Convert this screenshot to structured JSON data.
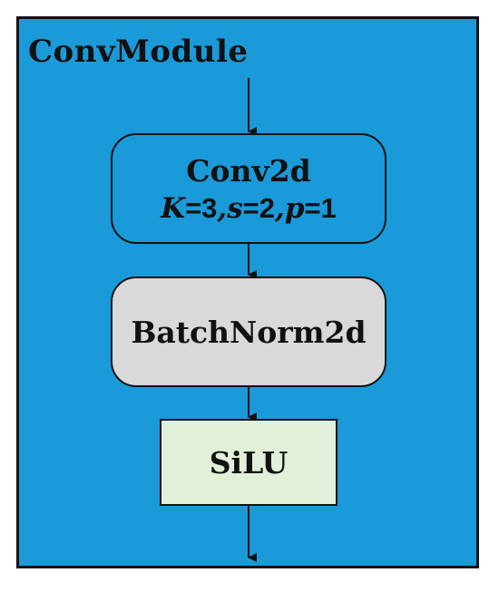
{
  "module": {
    "title": "ConvModule",
    "background_color": "#1a9ad9",
    "border_color": "#111111"
  },
  "nodes": {
    "conv": {
      "name": "Conv2d",
      "params": [
        {
          "var": "K",
          "op": "=",
          "val": "3",
          "sep": ","
        },
        {
          "var": "s",
          "op": "=",
          "val": "2",
          "sep": ","
        },
        {
          "var": "p",
          "op": "=",
          "val": "1",
          "sep": ""
        }
      ],
      "fill": "#1a9ad9"
    },
    "batchnorm": {
      "name": "BatchNorm2d",
      "fill": "#d9d9d9"
    },
    "activation": {
      "name": "SiLU",
      "fill": "#e2f0d9"
    }
  },
  "edges": [
    {
      "from": "input",
      "to": "conv"
    },
    {
      "from": "conv",
      "to": "batchnorm"
    },
    {
      "from": "batchnorm",
      "to": "activation"
    },
    {
      "from": "activation",
      "to": "output"
    }
  ]
}
